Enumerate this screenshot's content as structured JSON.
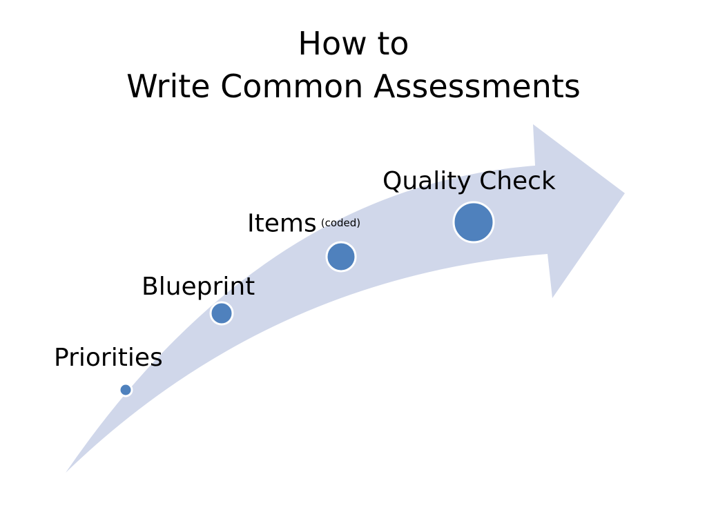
{
  "title": {
    "line1": "How to",
    "line2": "Write Common Assessments"
  },
  "colors": {
    "arrow_fill": "#d0d7ea",
    "dot_fill": "#4f81bd",
    "dot_stroke": "#ffffff"
  },
  "steps": [
    {
      "label": "Priorities",
      "note": ""
    },
    {
      "label": "Blueprint",
      "note": ""
    },
    {
      "label": "Items",
      "note": "(coded)"
    },
    {
      "label": "Quality Check",
      "note": ""
    }
  ]
}
